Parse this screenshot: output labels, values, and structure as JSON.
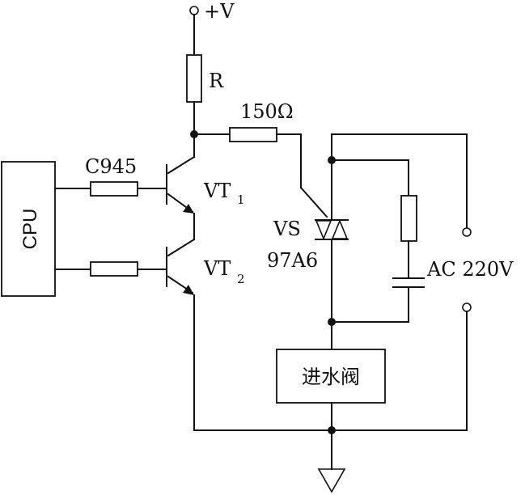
{
  "diagram": {
    "supply_label": "+V",
    "resistor_r_label": "R",
    "resistor_150_label": "150Ω",
    "resistor_c945_label": "C945",
    "cpu_label": "CPU",
    "vt1_label": "VT",
    "vt1_sub": "1",
    "vt2_label": "VT",
    "vt2_sub": "2",
    "triac_label": "VS",
    "triac_part": "97A6",
    "ac_label": "AC 220V",
    "valve_label": "进水阀"
  }
}
